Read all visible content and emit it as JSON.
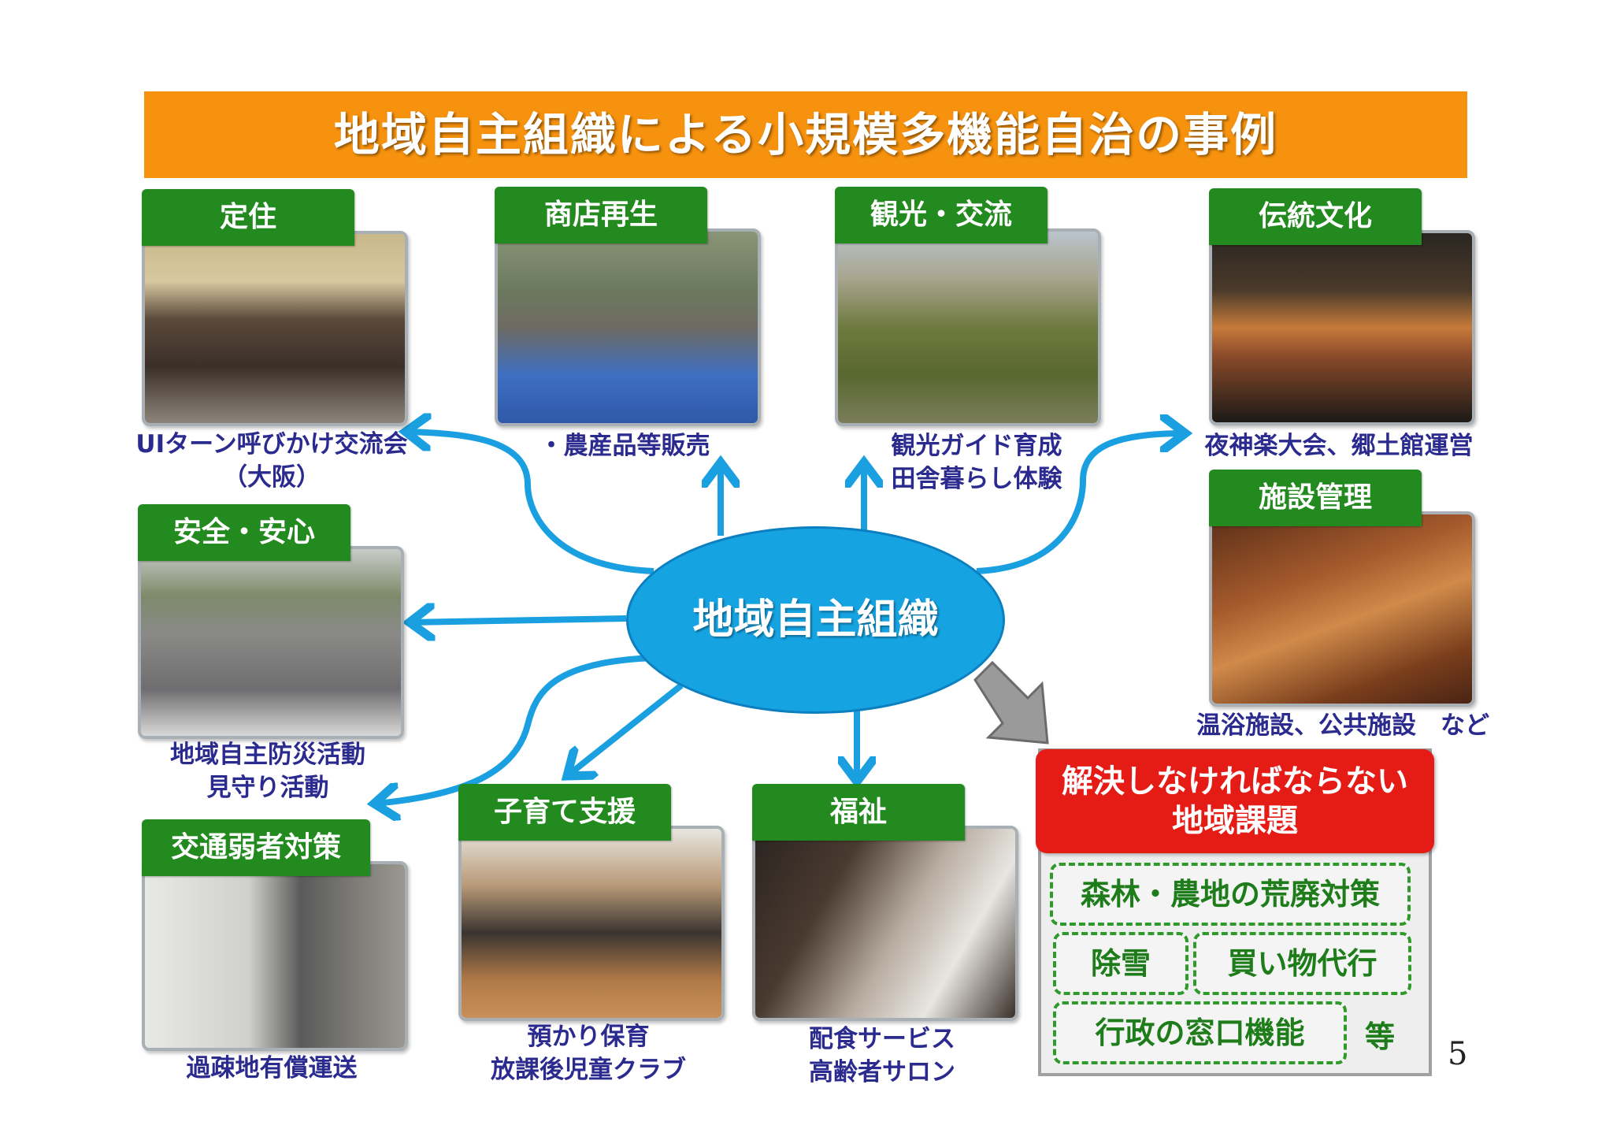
{
  "title": "地域自主組織による小規模多機能自治の事例",
  "center": "地域自主組織",
  "cases": [
    {
      "label": "定住",
      "caption": [
        "UIターン呼びかけ交流会",
        "（大阪）"
      ]
    },
    {
      "label": "商店再生",
      "caption": [
        "・農産品等販売"
      ]
    },
    {
      "label": "観光・交流",
      "caption": [
        "観光ガイド育成",
        "田舎暮らし体験"
      ]
    },
    {
      "label": "伝統文化",
      "caption": [
        "夜神楽大会、郷土館運営"
      ]
    },
    {
      "label": "施設管理",
      "caption": [
        "温浴施設、公共施設　など"
      ]
    },
    {
      "label": "安全・安心",
      "caption": [
        "地域自主防災活動",
        "見守り活動"
      ]
    },
    {
      "label": "交通弱者対策",
      "caption": [
        "過疎地有償運送"
      ]
    },
    {
      "label": "子育て支援",
      "caption": [
        "預かり保育",
        "放課後児童クラブ"
      ]
    },
    {
      "label": "福祉",
      "caption": [
        "配食サービス",
        "高齢者サロン"
      ]
    }
  ],
  "issues": {
    "heading": [
      "解決しなければならない",
      "地域課題"
    ],
    "items": [
      "森林・農地の荒廃対策",
      "除雪",
      "買い物代行",
      "行政の窓口機能"
    ],
    "suffix": "等"
  },
  "page_number": "5",
  "colors": {
    "title_bar": "#f7920e",
    "label_green": "#228a1e",
    "center_blue": "#16a3e2",
    "arrow_blue": "#1aa0e0",
    "caption_navy": "#2b2b8f",
    "issue_red": "#e51b16"
  }
}
